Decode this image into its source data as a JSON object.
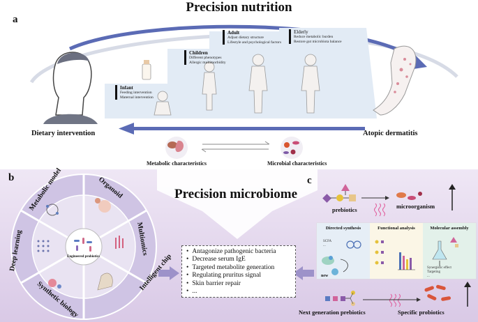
{
  "title": "Precision nutrition",
  "panel_a": {
    "letter": "a",
    "stages": [
      {
        "name": "Infant",
        "lines": [
          "Feeding intervention",
          "Maternal intervention"
        ]
      },
      {
        "name": "Children",
        "lines": [
          "Different phenotypes",
          "Allergic multimorbidity"
        ]
      },
      {
        "name": "Adult",
        "lines": [
          "Adjust dietary structure",
          "Lifestyle and psychological factors"
        ]
      },
      {
        "name": "Elderly",
        "lines": [
          "Reduce metabolic burden",
          "Restore gut microbiota balance"
        ]
      }
    ],
    "left_label": "Dietary intervention",
    "right_label": "Atopic dermatitis",
    "metabolic_label": "Metabolic characteristics",
    "microbial_label": "Microbial characteristics"
  },
  "panel_b": {
    "letter": "b",
    "center_title": "Precision microbiome",
    "wheel_segments": [
      "Metabolic model",
      "Organoid",
      "Multiomics",
      "Intelligent chip",
      "Synthetic biology",
      "Deep learning"
    ],
    "center_label": "Engineered probiotics",
    "bullets": [
      "Antagonize pathogenic bacteria",
      "Decrease serum IgE",
      "Targeted metabolite generation",
      "Regulating pruritus signal",
      "Skin barrier repair",
      "..."
    ]
  },
  "panel_c": {
    "letter": "c",
    "prebiotics_label": "prebiotics",
    "microorganism_label": "microorganism",
    "columns": [
      {
        "title": "Directed synthesis",
        "notes": [
          "SCFA",
          "..."
        ],
        "new_label": "new"
      },
      {
        "title": "Functional analysis"
      },
      {
        "title": "Molecular assembly",
        "notes": [
          "Synergistic effect",
          "Targeting",
          "..."
        ]
      }
    ],
    "next_gen_label": "Next generation prebiotics",
    "specific_probiotics_label": "Specific probiotics"
  },
  "colors": {
    "arrow_blue": "#5b6bb5",
    "stage_bg": "#e2ebf5",
    "lower_bg": "#e7dcef",
    "wheel_fill": "#cfc4e4"
  }
}
